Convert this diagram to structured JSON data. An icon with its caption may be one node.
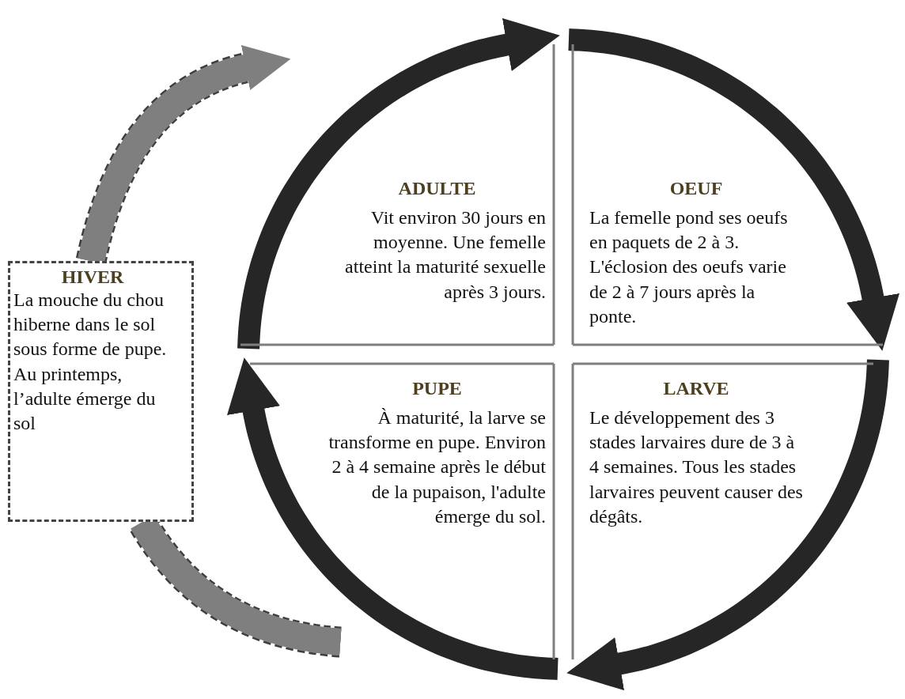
{
  "diagram": {
    "nodes": [
      {
        "text": [
          "ADULTE",
          "Vit environ 30 jours en moyenne. Une femelle atteint la maturité sexuelle après 3 jours."
        ]
      },
      {
        "text": [
          "OEUF",
          "La femelle pond ses oeufs en paquets de 2 à 3. L'éclosion des oeufs varie de 2 à 7 jours après la ponte."
        ]
      },
      {
        "text": [
          "PUPE",
          "À maturité, la larve se transforme en pupe. Environ 2 à 4 semaine après le début de la pupaison, l'adulte émerge du sol."
        ]
      },
      {
        "text": [
          "LARVE",
          "Le développement des 3 stades larvaires dure de 3 à 4 semaines. Tous les stades larvaires peuvent causer des dégâts."
        ]
      },
      {
        "text": [
          "HIVER",
          "La mouche du chou hiberne dans le sol sous forme de pupe. Au printemps, l’adulte émerge du sol"
        ]
      }
    ],
    "edges": [
      {
        "from": 0,
        "to": 1,
        "arrow": "to"
      },
      {
        "from": 1,
        "to": 3,
        "arrow": "to"
      },
      {
        "from": 3,
        "to": 2,
        "arrow": "to"
      },
      {
        "from": 2,
        "to": 0,
        "arrow": "to"
      },
      {
        "from": 2,
        "to": 4,
        "arrow": "none",
        "style": "dashed",
        "color": "#7f7f7f"
      },
      {
        "from": 4,
        "to": 0,
        "arrow": "to",
        "style": "dashed",
        "color": "#7f7f7f"
      }
    ]
  }
}
